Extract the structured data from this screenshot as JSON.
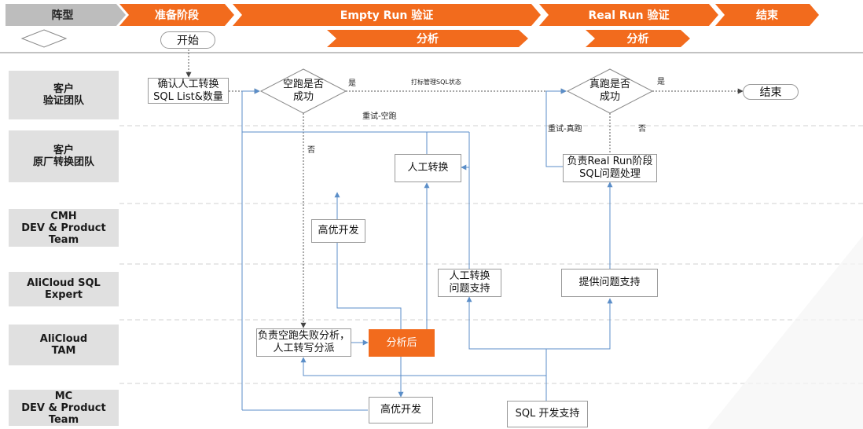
{
  "header": {
    "lane_title": "阵型",
    "phases": [
      "准备阶段",
      "Empty Run 验证",
      "Real Run 验证",
      "结束"
    ],
    "sub_phases": [
      "分析",
      "分析"
    ]
  },
  "lanes": [
    "客户\n验证团队",
    "客户\n原厂转换团队",
    "CMH\nDEV & Product\nTeam",
    "AliCloud SQL Expert",
    "AliCloud\nTAM",
    "MC\nDEV & Product\nTeam"
  ],
  "nodes": {
    "start": "开始",
    "manual_confirm": "确认人工转换\nSQL List&数量",
    "empty_run_ok": "空跑是否\n成功",
    "real_run_ok": "真跑是否\n成功",
    "end": "结束",
    "manual_convert": "人工转换",
    "real_run_sql_handling": "负责Real Run阶段\nSQL问题处理",
    "high_priority_dev_cmh": "高优开发",
    "manual_convert_support": "人工转换\n问题支持",
    "problem_support": "提供问题支持",
    "empty_run_failure_analysis": "负责空跑失败分析，\n人工转写分派",
    "after_analysis": "分析后",
    "high_priority_dev_mc": "高优开发",
    "sql_dev_support": "SQL 开发支持"
  },
  "edge_labels": {
    "yes_empty": "是",
    "mark_sql_status": "打标管理SQL状态",
    "retry_empty": "重试-空跑",
    "no_empty": "否",
    "yes_real": "是",
    "retry_real": "重试-真跑",
    "no_real": "否"
  },
  "colors": {
    "accent": "#f26b1d",
    "lane_bg": "#e0e0e0",
    "connector": "#5b8ec8",
    "box_border": "#9a9a9a"
  }
}
